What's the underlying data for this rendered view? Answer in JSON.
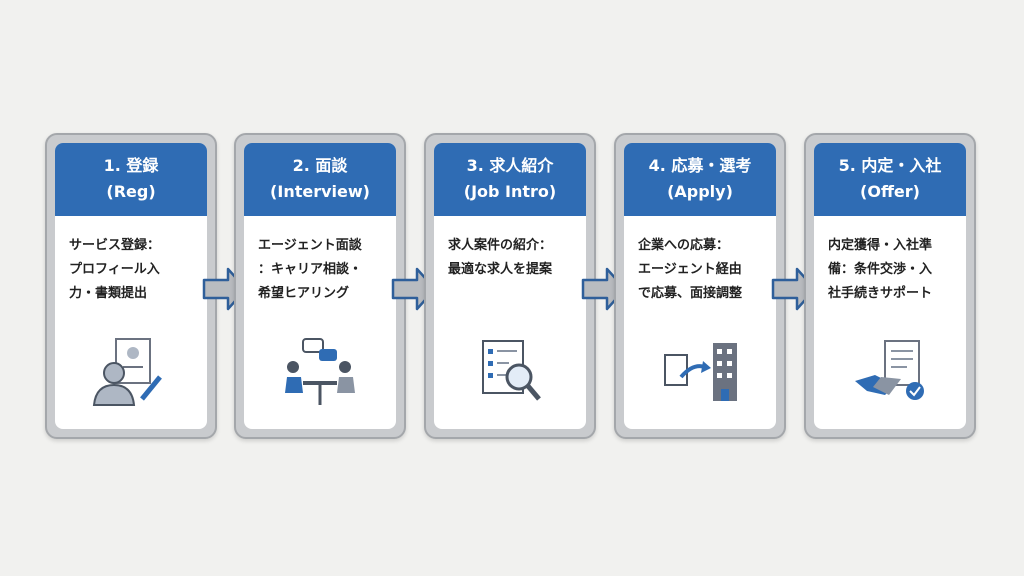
{
  "steps": [
    {
      "title": "1. 登録",
      "subtitle": "(Reg)",
      "desc": "サービス登録：\nプロフィール入\n力・書類提出",
      "icon": "profile-icon"
    },
    {
      "title": "2. 面談",
      "subtitle": "(Interview)",
      "desc": "エージェント面談\n：キャリア相談・\n希望ヒアリング",
      "icon": "meeting-icon"
    },
    {
      "title": "3. 求人紹介",
      "subtitle": "(Job Intro)",
      "desc": "求人案件の紹介：\n最適な求人を提案",
      "icon": "search-list-icon"
    },
    {
      "title": "4. 応募・選考",
      "subtitle": "(Apply)",
      "desc": "企業への応募：\nエージェント経由\nで応募、面接調整",
      "icon": "apply-building-icon"
    },
    {
      "title": "5. 内定・入社",
      "subtitle": "(Offer)",
      "desc": "内定獲得・入社準\n備：条件交渉・入\n社手続きサポート",
      "icon": "handshake-icon"
    }
  ],
  "colors": {
    "header": "#2f6cb4",
    "arrow_fill": "#b9bcc0",
    "arrow_stroke": "#2f5f9a"
  }
}
